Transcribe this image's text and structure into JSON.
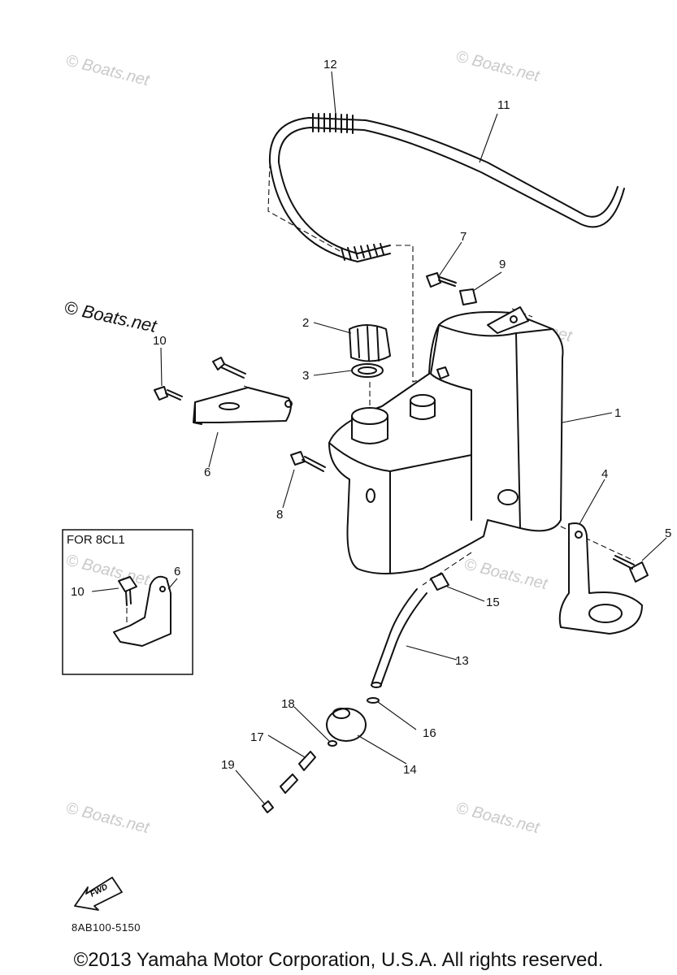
{
  "diagram": {
    "callouts": [
      "1",
      "2",
      "3",
      "4",
      "5",
      "6",
      "7",
      "8",
      "9",
      "10",
      "11",
      "12",
      "13",
      "14",
      "15",
      "16",
      "17",
      "18",
      "19"
    ],
    "inset": {
      "label": "FOR 8CL1",
      "callouts": [
        "10",
        "6"
      ]
    },
    "fwd_label": "FWD",
    "catalog_number": "8AB100-5150",
    "watermark": "© Boats.net",
    "watermark_big": "© Boats.net",
    "copyright": "©2013 Yamaha Motor Corporation, U.S.A. All rights reserved."
  }
}
